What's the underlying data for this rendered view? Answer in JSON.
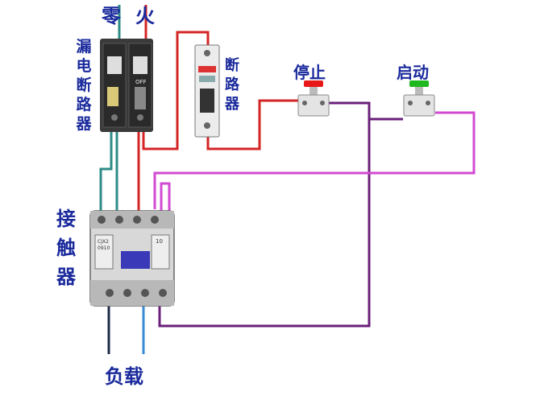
{
  "labels": {
    "neutral": "零",
    "live": "火",
    "leakage_breaker": [
      "漏",
      "电",
      "断",
      "路",
      "器"
    ],
    "circuit_breaker": [
      "断",
      "路",
      "器"
    ],
    "stop": "停止",
    "start": "启动",
    "contactor": [
      "接",
      "触",
      "器"
    ],
    "load": "负载"
  },
  "device_marks": {
    "contactor_model": [
      "CJX2",
      "0910"
    ],
    "contactor_aux": "10",
    "breaker_off": "OFF"
  },
  "colors": {
    "label": "#1a2a9c",
    "wire_neutral": "#2e8b87",
    "wire_live": "#d42424",
    "wire_control": "#6a1f7a",
    "wire_return": "#d24ad2",
    "wire_load_left": "#1f2a4a",
    "wire_load_right": "#3a8ad6",
    "stop_button": "#e81818",
    "start_button": "#20b820"
  }
}
